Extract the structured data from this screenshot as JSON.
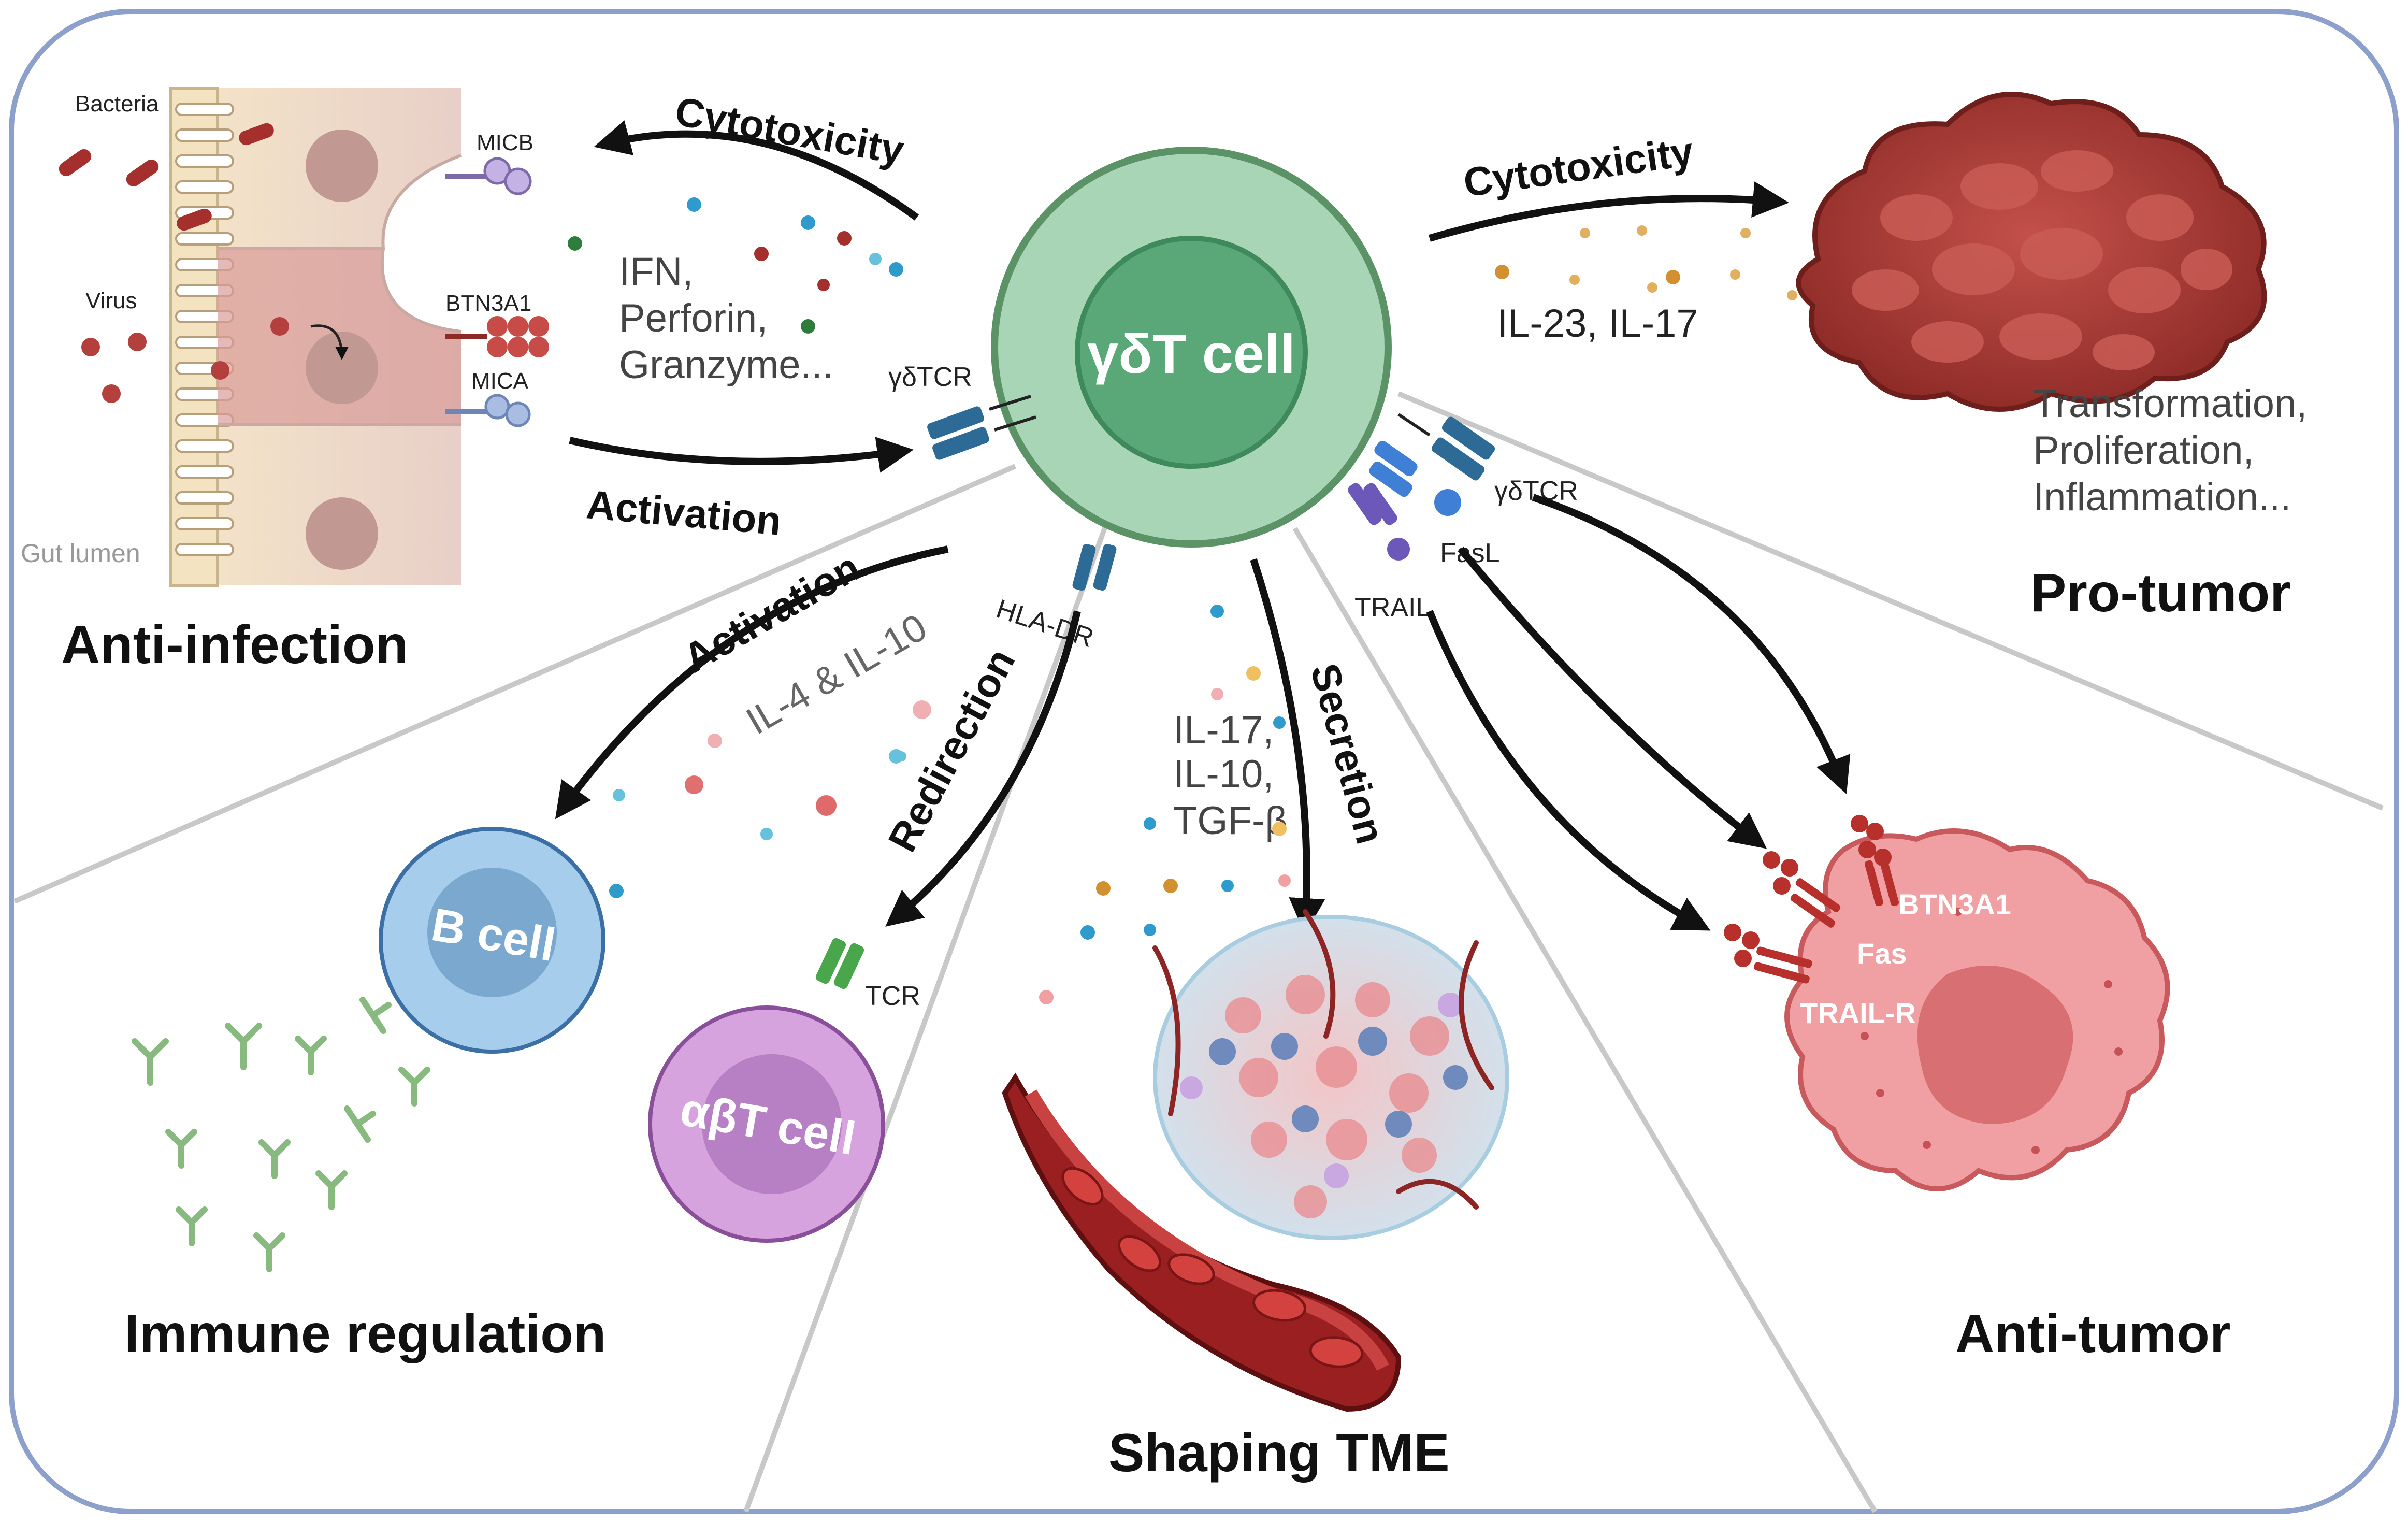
{
  "center_cell": {
    "label": "γδT cell"
  },
  "sections": {
    "anti_infection": "Anti-infection",
    "pro_tumor": "Pro-tumor",
    "immune_regulation": "Immune regulation",
    "shaping_tme": "Shaping TME",
    "anti_tumor": "Anti-tumor"
  },
  "anti_infection": {
    "bacteria": "Bacteria",
    "virus": "Virus",
    "gut_lumen": "Gut lumen",
    "micb": "MICB",
    "btn3a1": "BTN3A1",
    "mica": "MICA",
    "cytotoxicity": "Cytotoxicity",
    "activation": "Activation",
    "cytokines": [
      "IFN,",
      "Perforin,",
      "Granzyme..."
    ],
    "receptor": "γδTCR"
  },
  "pro_tumor": {
    "cytotoxicity": "Cytotoxicity",
    "cytokines": "IL-23, IL-17",
    "effects": [
      "Transformation,",
      "Proliferation,",
      "Inflammation..."
    ]
  },
  "immune_regulation": {
    "activation": "Activation",
    "cytokines": "IL-4 & IL-10",
    "b_cell": "B cell"
  },
  "redirection": {
    "hla_dr": "HLA-DR",
    "redirection": "Redirection",
    "ab_cell": "αβT cell",
    "tcr": "TCR"
  },
  "shaping_tme": {
    "secretion": "Secretion",
    "cytokines": [
      "IL-17,",
      "IL-10,",
      "TGF-β"
    ]
  },
  "anti_tumor": {
    "gd_tcr": "γδTCR",
    "fasl": "FasL",
    "trail": "TRAIL",
    "btn3a1": "BTN3A1",
    "fas": "Fas",
    "trail_r": "TRAIL-R"
  },
  "colors": {
    "frame": "#8da0cc",
    "gd_cell_outer": "#a8d5b5",
    "gd_cell_inner": "#5aa878",
    "tumor": "#b33a34",
    "b_cell": "#a6cdec",
    "ab_cell": "#d7a3df",
    "target_cell": "#f0a0a3",
    "antibody": "#88b97f"
  }
}
